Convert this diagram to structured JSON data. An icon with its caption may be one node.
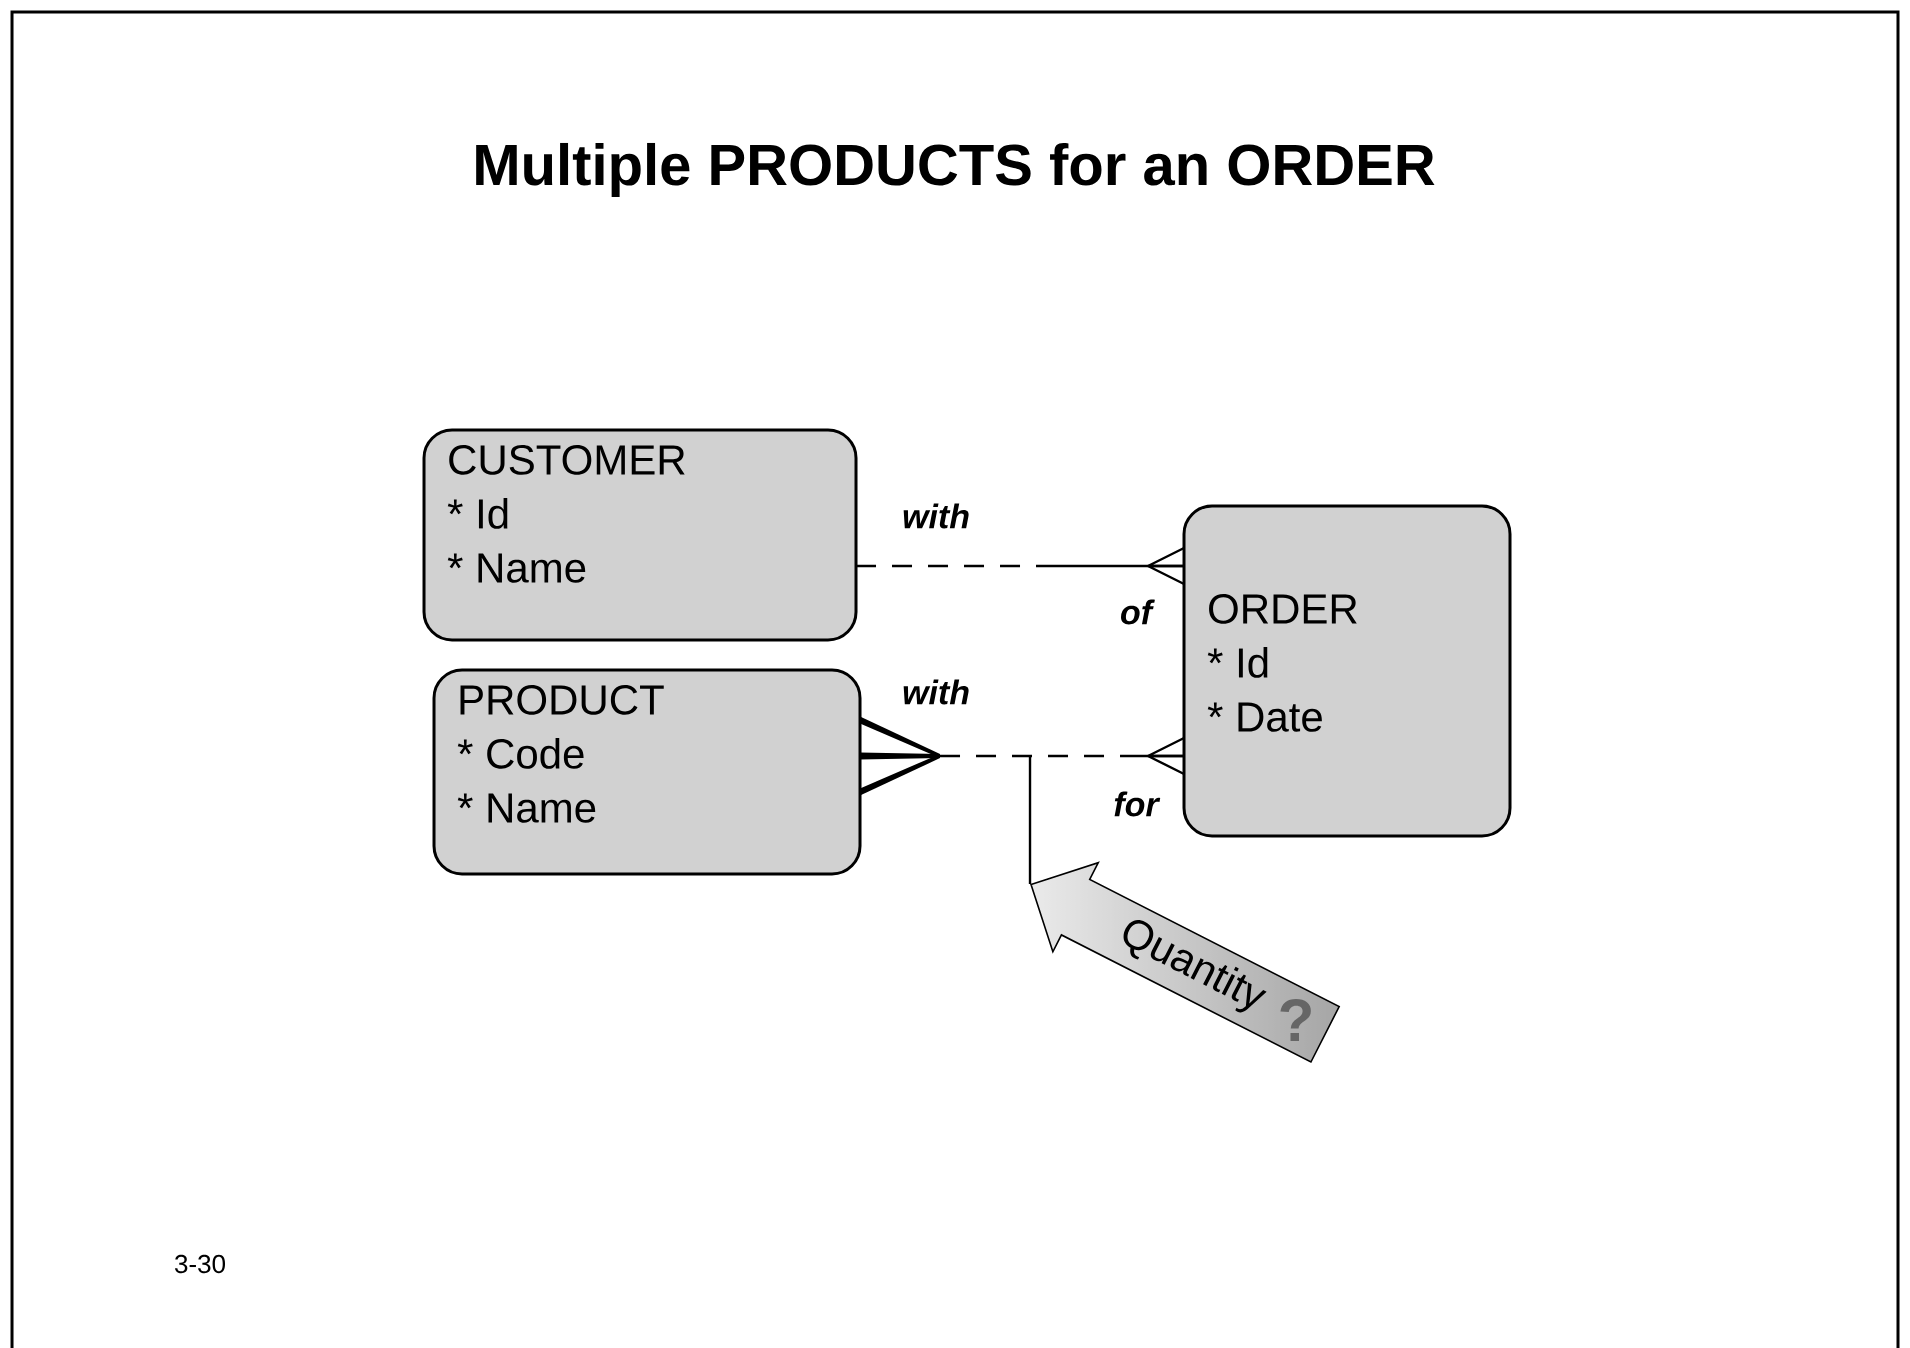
{
  "diagram": {
    "title": "Multiple PRODUCTS for an ORDER",
    "nodes": [
      {
        "text": [
          "CUSTOMER",
          "* Id",
          "* Name"
        ]
      },
      {
        "text": [
          "PRODUCT",
          "* Code",
          "* Name"
        ]
      },
      {
        "text": [
          "ORDER",
          "* Id",
          "* Date"
        ]
      },
      {
        "text": [
          "Quantity"
        ]
      }
    ],
    "edges": [
      {
        "from": 0,
        "to": 2,
        "arrow": "other",
        "style": "dashed",
        "label": "with"
      },
      {
        "from": 1,
        "to": 2,
        "arrow": "other",
        "style": "dashed",
        "label": "with"
      },
      {
        "from": 3,
        "to": null,
        "arrow": "none"
      }
    ],
    "labels": [
      "of",
      "for",
      "?",
      "3-30"
    ]
  }
}
